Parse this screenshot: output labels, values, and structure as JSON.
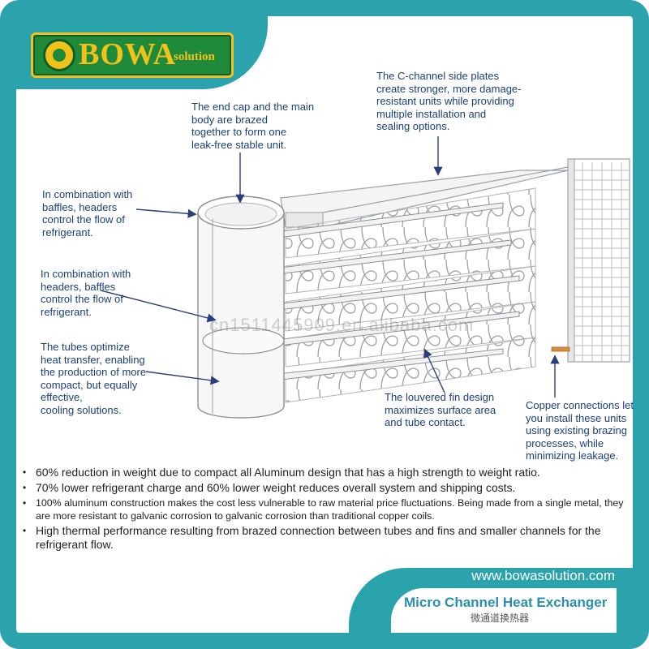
{
  "brand": {
    "name": "BOWA",
    "tagline": "solution",
    "website": "www.bowasolution.com",
    "accent_color": "#2aa3ad",
    "logo_green": "#1f8a3a",
    "logo_gold": "#f3c21a"
  },
  "callouts": {
    "end_cap": "The end cap and the main\nbody are brazed\ntogether to form one\nleak-free stable unit.",
    "c_channel": "The C-channel side plates\ncreate stronger, more damage-\nresistant units while providing\nmultiple installation and\nsealing options.",
    "baffles_headers": "In combination with\nbaffles, headers\ncontrol the flow of\nrefrigerant.",
    "headers_baffles": "In combination with\nheaders, baffles\ncontrol the flow of\nrefrigerant.",
    "tubes": "The tubes optimize\nheat transfer, enabling\nthe production of more\ncompact, but equally\neffective,\ncooling solutions.",
    "louvered_fin": "The louvered fin design\nmaximizes surface area\nand tube contact.",
    "copper": "Copper connections let\nyou install these units\nusing existing brazing\nprocesses, while\nminimizing leakage."
  },
  "watermark": "cn1511445909.en.alibaba.com",
  "bullets": [
    "60% reduction in weight due to compact all Aluminum design  that has a high strength to weight ratio.",
    " 70% lower refrigerant charge and 60% lower weight reduces  overall system and shipping costs.",
    "100% aluminum construction makes the cost less vulnerable  to raw material price fluctuations. Being made from a single metal, they are more resistant to galvanic corrosion to galvanic corrosion than traditional copper coils.",
    "High thermal performance resulting from brazed connection between tubes and fins and smaller channels for the refrigerant flow."
  ],
  "product": {
    "title": "Micro Channel Heat Exchanger",
    "subtitle_cn": "微通道换热器"
  }
}
